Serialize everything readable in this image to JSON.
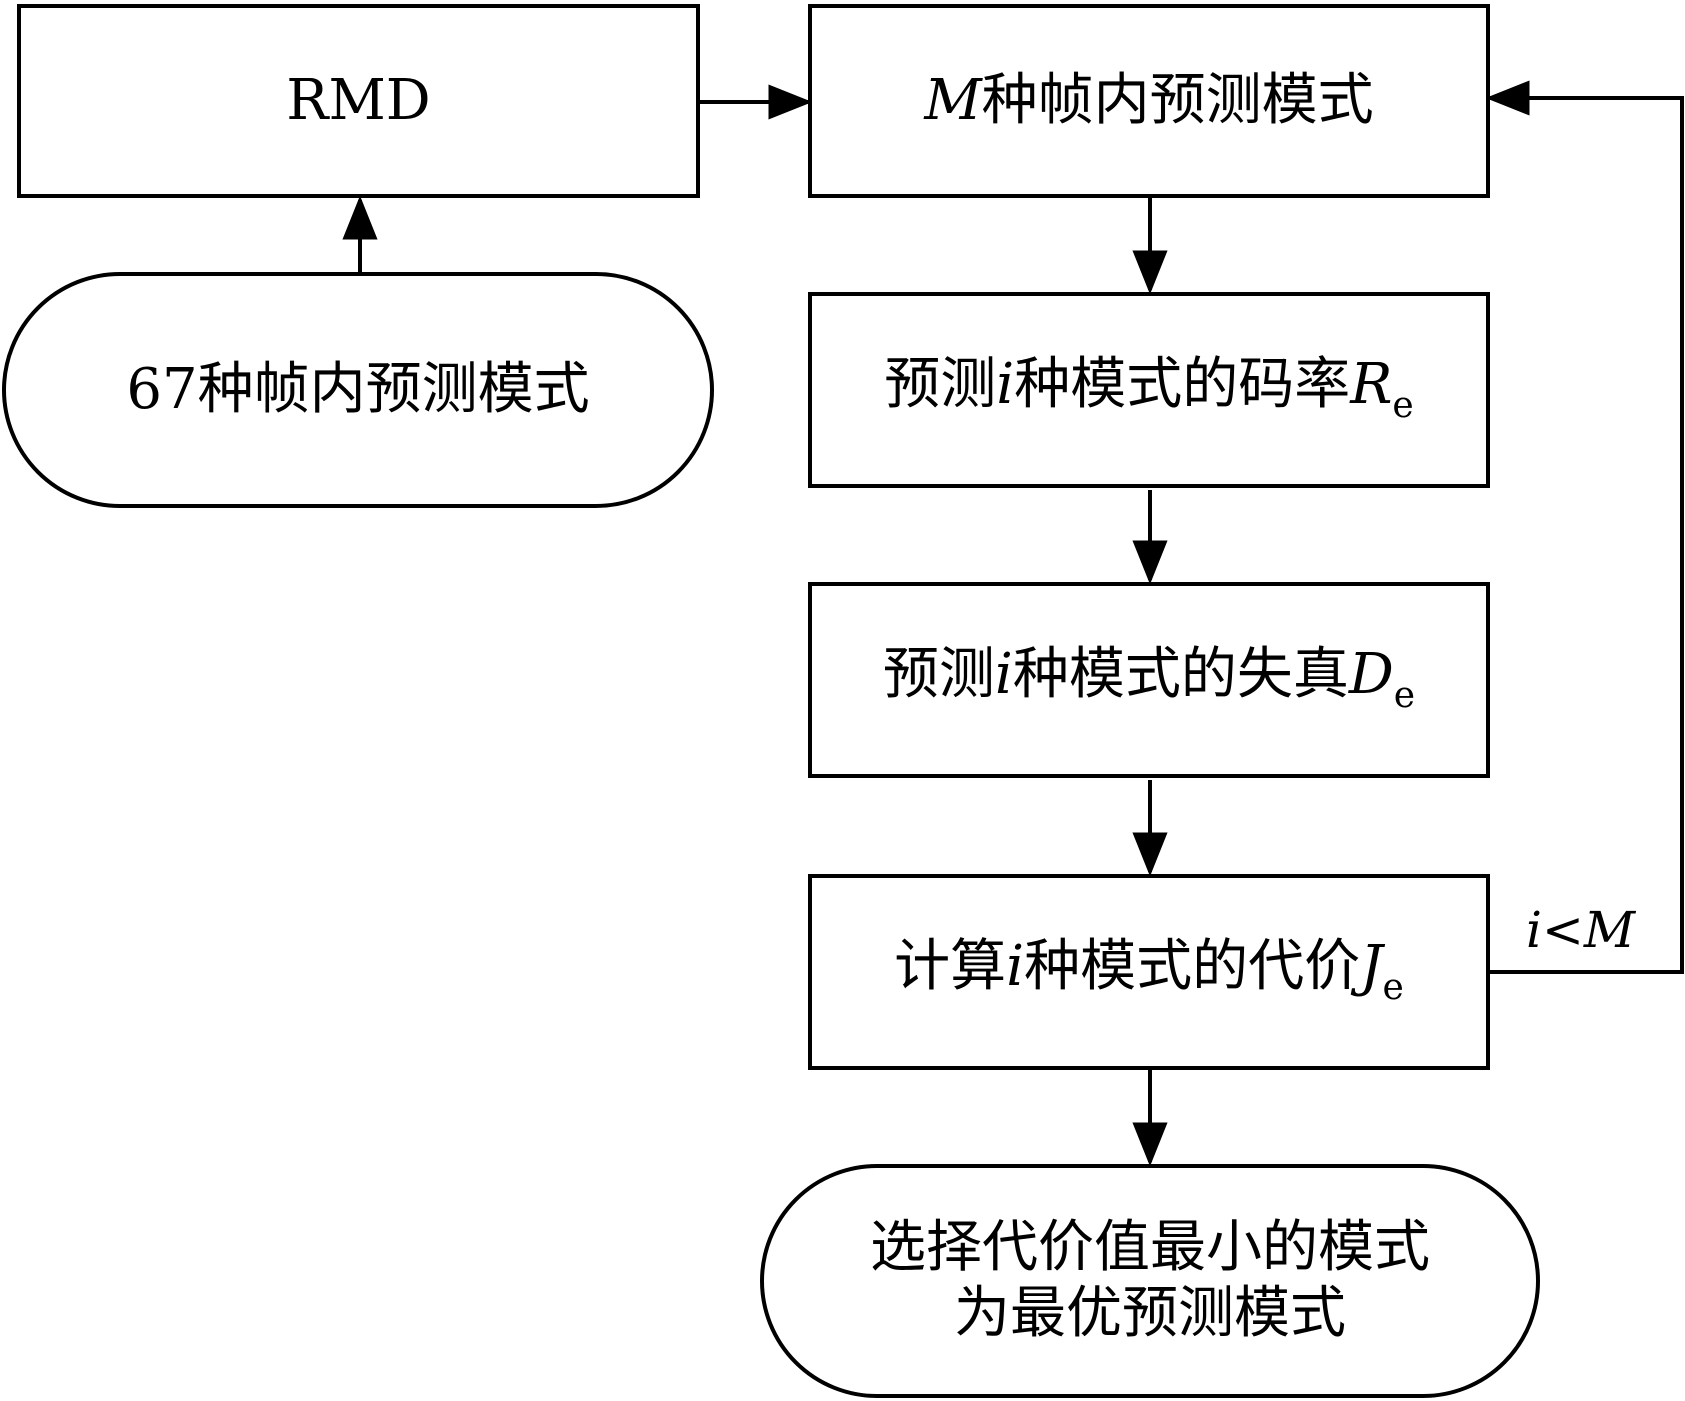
{
  "nodes": {
    "rmd": {
      "text": "RMD"
    },
    "modes67": {
      "text": "67种帧内预测模式"
    },
    "m_modes": {
      "var": "M",
      "text": "种帧内预测模式"
    },
    "rate": {
      "pre": "预测",
      "var": "i",
      "mid": "种模式的码率",
      "sym": "R",
      "sub": "e"
    },
    "distortion": {
      "pre": "预测",
      "var": "i",
      "mid": "种模式的失真",
      "sym": "D",
      "sub": "e"
    },
    "cost": {
      "pre": "计算",
      "var": "i",
      "mid": "种模式的代价",
      "sym": "J",
      "sub": "e"
    },
    "select": {
      "line1": "选择代价值最小的模式",
      "line2": "为最优预测模式"
    }
  },
  "loop_label": {
    "var_i": "i",
    "op": "<",
    "var_m": "M"
  }
}
